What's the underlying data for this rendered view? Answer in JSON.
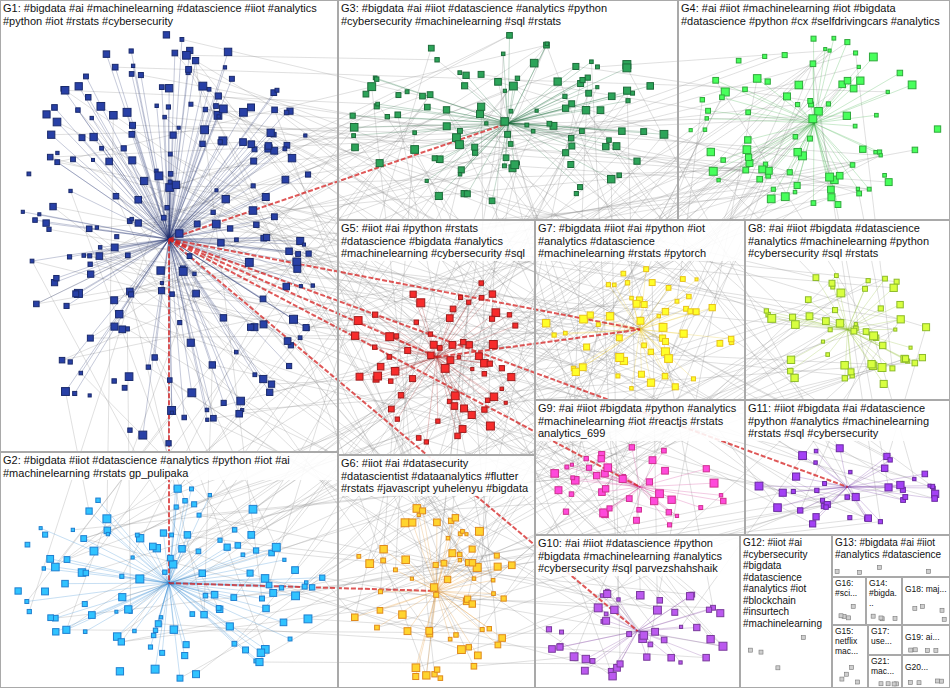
{
  "diagram": {
    "nodes": [
      {
        "text": [
          "G1: #bigdata #ai #machinelearning #datascience #iiot #analytics #python #iot #rstats #cybersecurity"
        ]
      },
      {
        "text": [
          "G2: #bigdata #iiot #datascience #analytics #python #iot #ai #machinelearning #rstats gp_pulipaka"
        ]
      },
      {
        "text": [
          "G3: #bigdata #ai #iiot #datascience #analytics #python #cybersecurity #machinelearning #sql #rstats"
        ]
      },
      {
        "text": [
          "G4: #ai #iiot #machinelearning #iot #bigdata #datascience #python #cx #selfdrivingcars #analytics"
        ]
      },
      {
        "text": [
          "G5: #iiot #ai #python #rstats #datascience #bigdata #analytics #machinelearning #cybersecurity #sql"
        ]
      },
      {
        "text": [
          "G6: #iiot #ai #datasecurity #datascientist #dataanalytics #flutter #rstats #javascript yuhelenyu #bigdata"
        ]
      },
      {
        "text": [
          "G7: #bigdata #iiot #ai #python #iot #analytics #datascience #machinelearning #rstats #pytorch"
        ]
      },
      {
        "text": [
          "G8: #ai #iiot #bigdata #datascience #analytics #machinelearning #python #cybersecurity #sql #rstats"
        ]
      },
      {
        "text": [
          "G9: #ai #iiot #bigdata #python #analytics #machinelearning #iot #reactjs #rstats analytics_699"
        ]
      },
      {
        "text": [
          "G10: #ai #iiot #datascience #python #bigdata #machinelearning #analytics #cybersecurity #sql parvezshahshaik"
        ]
      },
      {
        "text": [
          "G11: #iiot #bigdata #ai #datascience #python #analytics #machinelearning #rstats #sql #cybersecurity"
        ]
      },
      {
        "text": [
          "G12: #iiot #ai #cybersecurity #bigdata #datascience #analytics #iot #blockchain #insurtech #machinelearning"
        ]
      },
      {
        "text": [
          "G13: #bigdata #ai #iiot #analytics #datascience"
        ]
      },
      {
        "text": [
          "G14: #bigda..."
        ]
      },
      {
        "text": [
          "G15: netflix mac..."
        ]
      },
      {
        "text": [
          "G16: #sci..."
        ]
      },
      {
        "text": [
          "G17: use..."
        ]
      },
      {
        "text": [
          "G18: maj..."
        ]
      },
      {
        "text": [
          "G19: ai..."
        ]
      },
      {
        "text": [
          "G20..."
        ]
      },
      {
        "text": [
          "G21: mac..."
        ]
      }
    ]
  }
}
